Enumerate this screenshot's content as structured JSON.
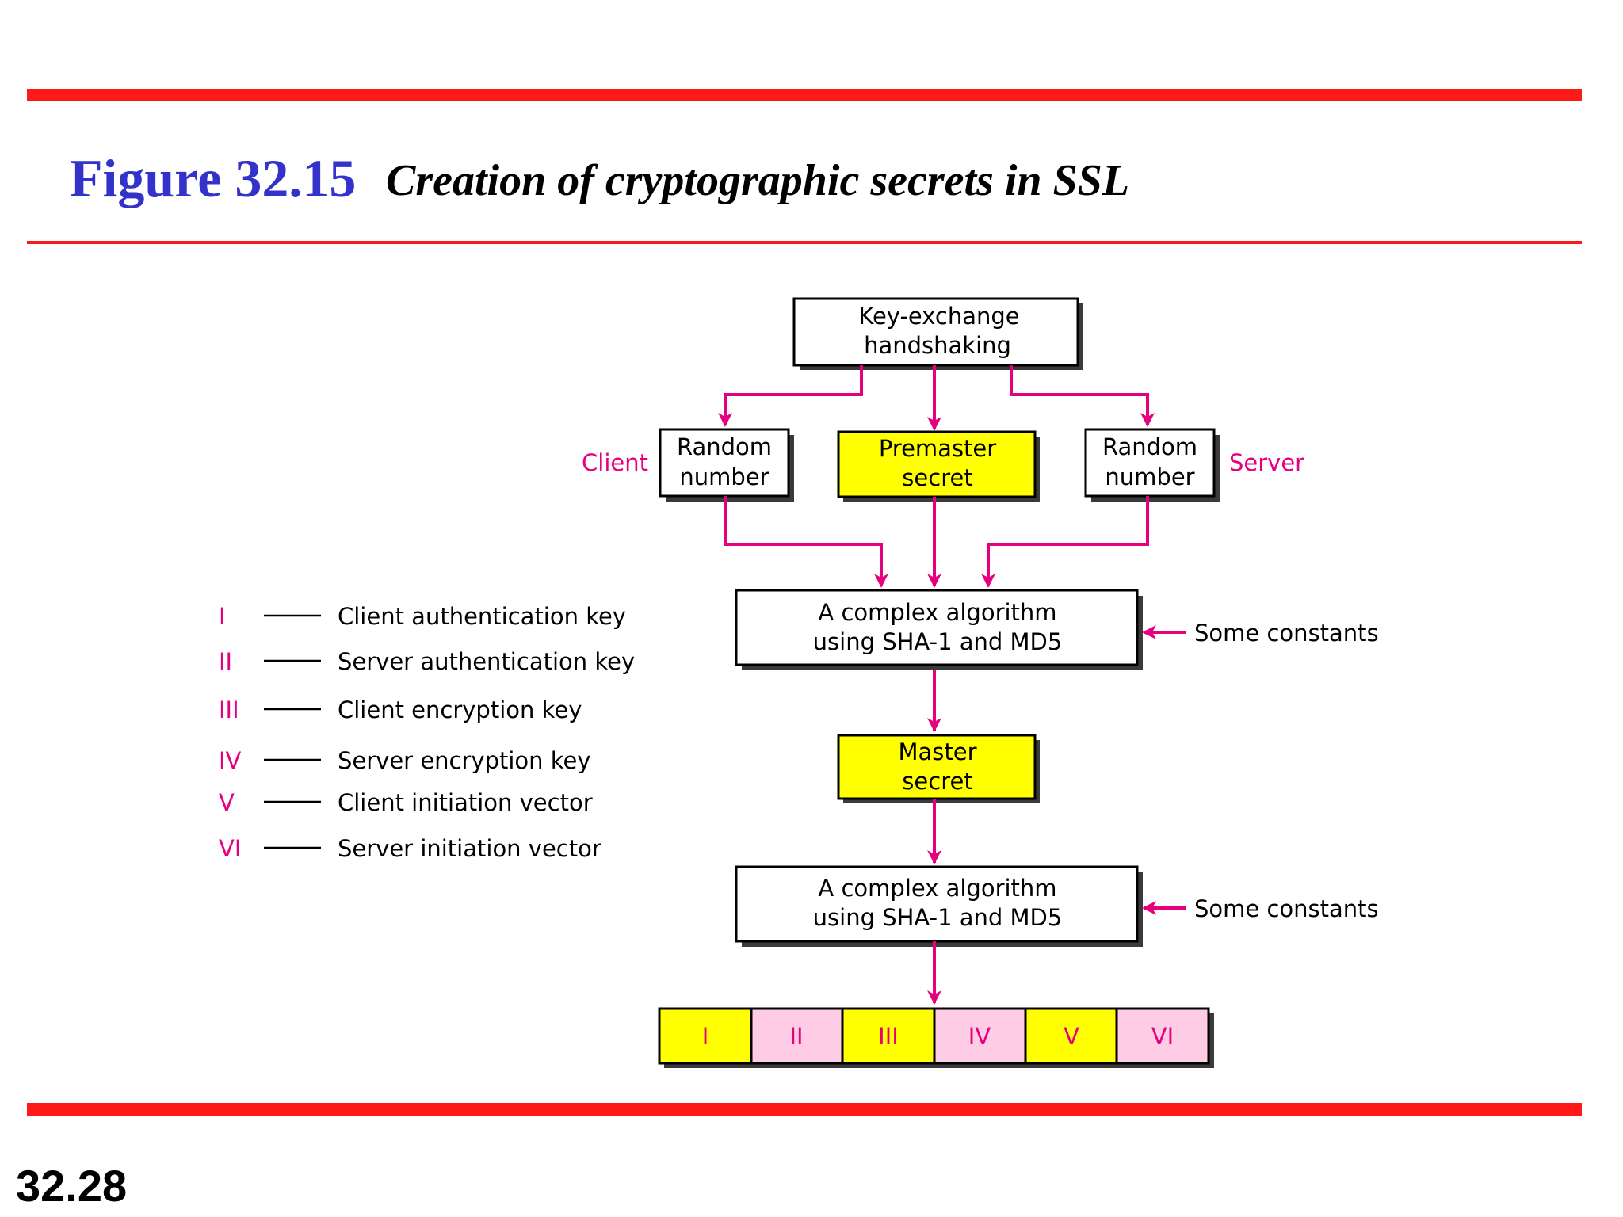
{
  "title": {
    "figure_number": "Figure 32.15",
    "caption": "Creation of cryptographic secrets in SSL"
  },
  "slide_number": "32.28",
  "diagram": {
    "key_exchange": [
      "Key-exchange",
      "handshaking"
    ],
    "client_label": "Client",
    "server_label": "Server",
    "client_random": [
      "Random",
      "number"
    ],
    "premaster": [
      "Premaster",
      "secret"
    ],
    "server_random": [
      "Random",
      "number"
    ],
    "algorithm1": [
      "A complex algorithm",
      "using SHA-1 and MD5"
    ],
    "constants1": "Some constants",
    "master": [
      "Master",
      "secret"
    ],
    "algorithm2": [
      "A complex algorithm",
      "using SHA-1 and MD5"
    ],
    "constants2": "Some constants",
    "key_segments": [
      "I",
      "II",
      "III",
      "IV",
      "V",
      "VI"
    ]
  },
  "legend": [
    {
      "numeral": "I",
      "text": "Client authentication key"
    },
    {
      "numeral": "II",
      "text": "Server authentication key"
    },
    {
      "numeral": "III",
      "text": "Client encryption key"
    },
    {
      "numeral": "IV",
      "text": "Server encryption key"
    },
    {
      "numeral": "V",
      "text": "Client initiation vector"
    },
    {
      "numeral": "VI",
      "text": "Server initiation vector"
    }
  ],
  "colors": {
    "rule": "#ff1a1a",
    "title_blue": "#3333cc",
    "arrow_magenta": "#e6007e",
    "secret_yellow": "#ffff00",
    "segment_pink": "#ffcce6"
  }
}
